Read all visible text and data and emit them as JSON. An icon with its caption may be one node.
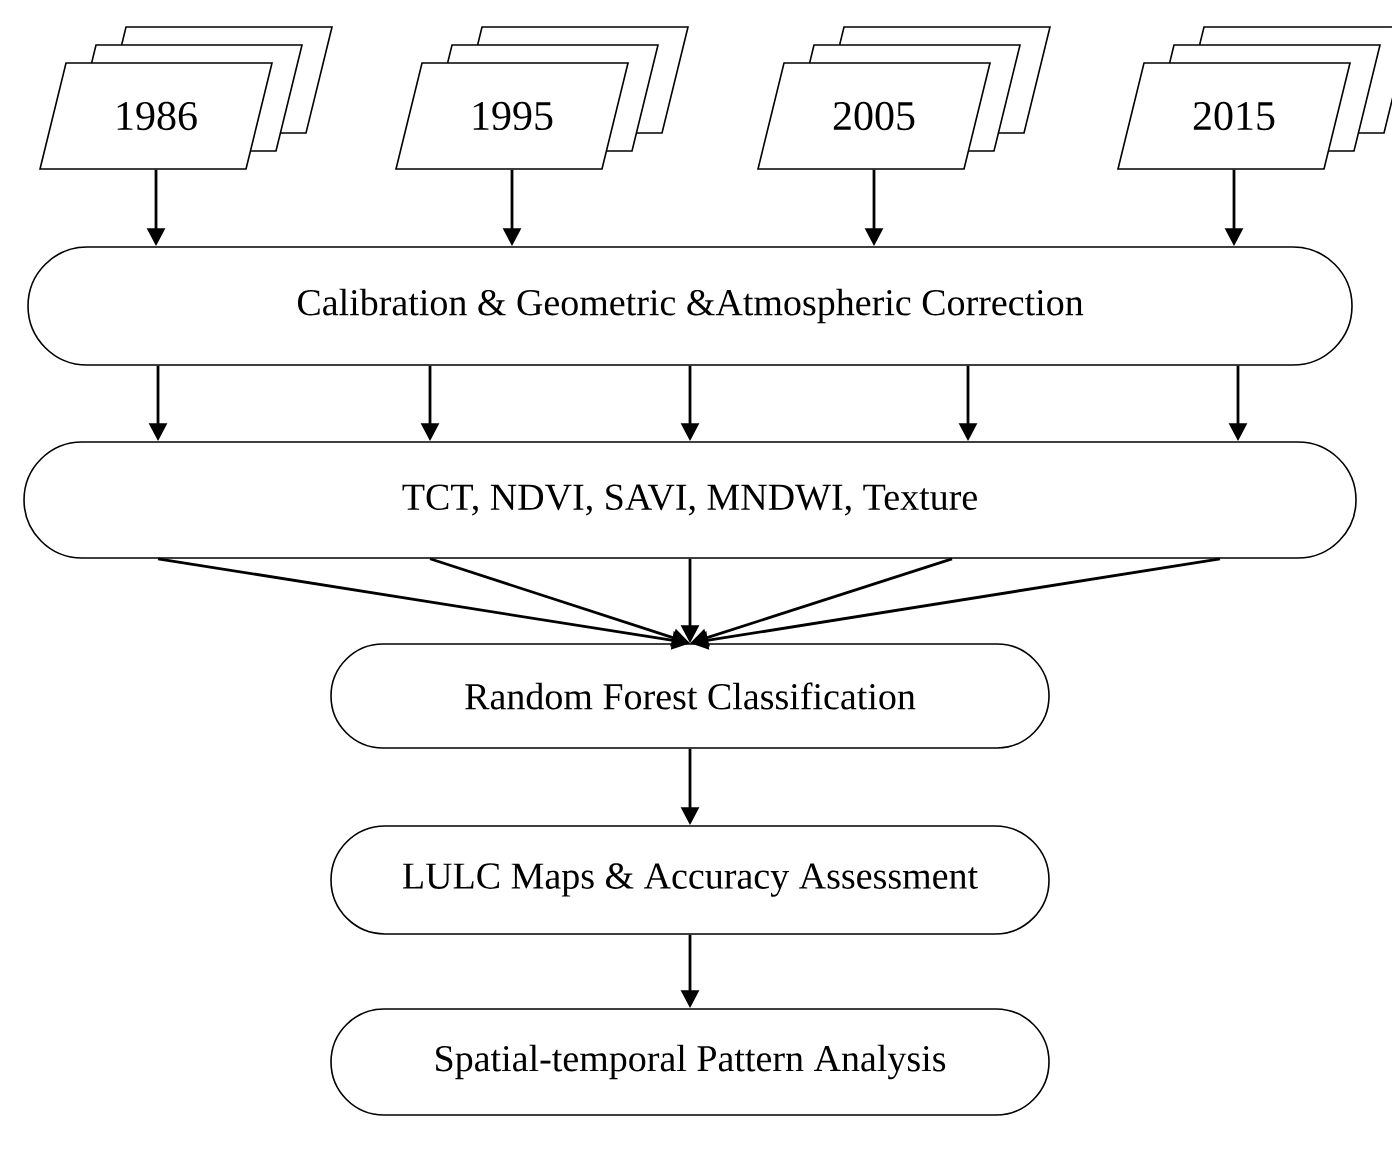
{
  "diagram": {
    "nodes": [
      {
        "text": [
          "1986"
        ]
      },
      {
        "text": [
          "1995"
        ]
      },
      {
        "text": [
          "2005"
        ]
      },
      {
        "text": [
          "2015"
        ]
      },
      {
        "text": [
          "Calibration & Geometric &Atmospheric Correction"
        ]
      },
      {
        "text": [
          "TCT,  NDVI,  SAVI,  MNDWI,  Texture"
        ]
      },
      {
        "text": [
          "Random Forest Classification"
        ]
      },
      {
        "text": [
          "LULC Maps  & Accuracy Assessment"
        ]
      },
      {
        "text": [
          "Spatial-temporal Pattern Analysis"
        ]
      }
    ],
    "edges": [
      {
        "from": 0,
        "to": 4,
        "arrow": "to"
      },
      {
        "from": 1,
        "to": 4,
        "arrow": "to"
      },
      {
        "from": 2,
        "to": 4,
        "arrow": "to"
      },
      {
        "from": 3,
        "to": 4,
        "arrow": "to"
      },
      {
        "from": 4,
        "to": 5,
        "arrow": "to"
      },
      {
        "from": 4,
        "to": 5,
        "arrow": "to"
      },
      {
        "from": 4,
        "to": 5,
        "arrow": "to"
      },
      {
        "from": 4,
        "to": 5,
        "arrow": "to"
      },
      {
        "from": 4,
        "to": 5,
        "arrow": "to"
      },
      {
        "from": 5,
        "to": 6,
        "arrow": "to"
      },
      {
        "from": 5,
        "to": 6,
        "arrow": "to"
      },
      {
        "from": 5,
        "to": 6,
        "arrow": "to"
      },
      {
        "from": 5,
        "to": 6,
        "arrow": "to"
      },
      {
        "from": 5,
        "to": 6,
        "arrow": "to"
      },
      {
        "from": 6,
        "to": 7,
        "arrow": "to"
      },
      {
        "from": 7,
        "to": 8,
        "arrow": "to"
      }
    ]
  }
}
